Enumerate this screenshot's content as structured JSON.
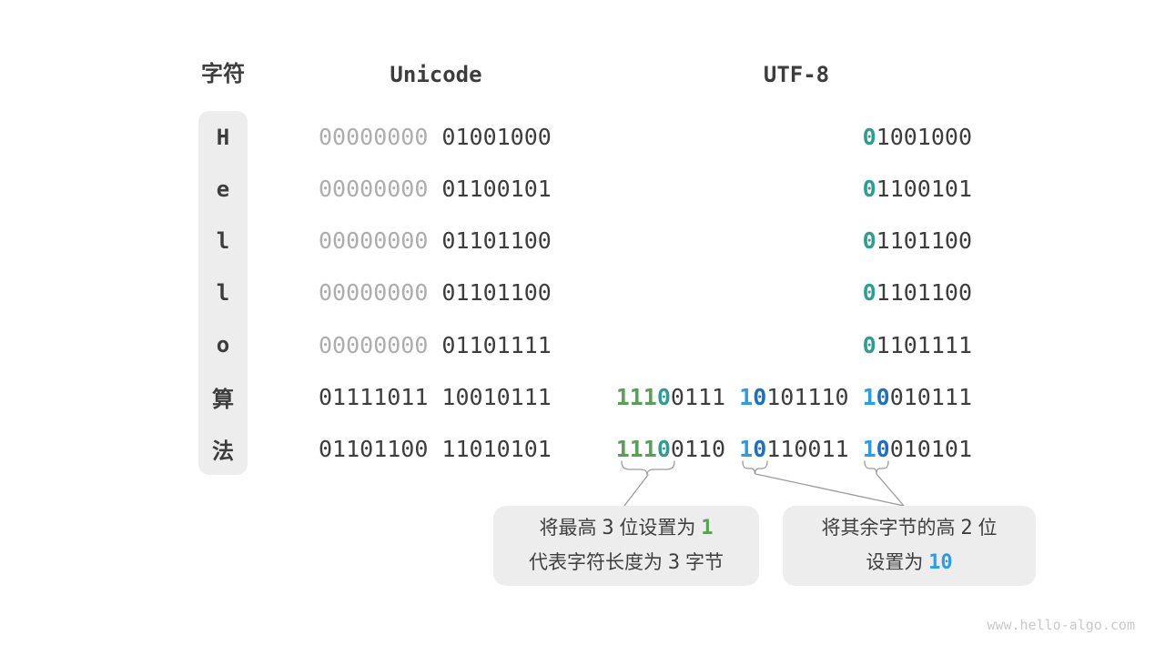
{
  "headers": {
    "character": "字符",
    "unicode": "Unicode",
    "utf8": "UTF-8"
  },
  "palette": {
    "dark": "#3D3D3D",
    "muted": "#ADADAD",
    "teal": "#2E9D8F",
    "green": "#55A155",
    "blue": "#2D9CE8",
    "blue2": "#1A71C4",
    "boxBg": "#EDEDED",
    "line": "#9A9A9A",
    "watermark": "#C9C9C9"
  },
  "rows": [
    {
      "char": "H",
      "unicode": [
        [
          {
            "t": "00000000",
            "c": "muted"
          }
        ],
        [
          {
            "t": "01001000"
          }
        ]
      ],
      "utf8": [
        [
          {
            "t": "0",
            "c": "teal"
          },
          {
            "t": "1001000"
          }
        ]
      ]
    },
    {
      "char": "e",
      "unicode": [
        [
          {
            "t": "00000000",
            "c": "muted"
          }
        ],
        [
          {
            "t": "01100101"
          }
        ]
      ],
      "utf8": [
        [
          {
            "t": "0",
            "c": "teal"
          },
          {
            "t": "1100101"
          }
        ]
      ]
    },
    {
      "char": "l",
      "unicode": [
        [
          {
            "t": "00000000",
            "c": "muted"
          }
        ],
        [
          {
            "t": "01101100"
          }
        ]
      ],
      "utf8": [
        [
          {
            "t": "0",
            "c": "teal"
          },
          {
            "t": "1101100"
          }
        ]
      ]
    },
    {
      "char": "l",
      "unicode": [
        [
          {
            "t": "00000000",
            "c": "muted"
          }
        ],
        [
          {
            "t": "01101100"
          }
        ]
      ],
      "utf8": [
        [
          {
            "t": "0",
            "c": "teal"
          },
          {
            "t": "1101100"
          }
        ]
      ]
    },
    {
      "char": "o",
      "unicode": [
        [
          {
            "t": "00000000",
            "c": "muted"
          }
        ],
        [
          {
            "t": "01101111"
          }
        ]
      ],
      "utf8": [
        [
          {
            "t": "0",
            "c": "teal"
          },
          {
            "t": "1101111"
          }
        ]
      ]
    },
    {
      "char": "算",
      "unicode": [
        [
          {
            "t": "01111011"
          }
        ],
        [
          {
            "t": "10010111"
          }
        ]
      ],
      "utf8": [
        [
          {
            "t": "111",
            "c": "green"
          },
          {
            "t": "0",
            "c": "teal"
          },
          {
            "t": "0111"
          }
        ],
        [
          {
            "t": "1",
            "c": "blue"
          },
          {
            "t": "0",
            "c": "blue2"
          },
          {
            "t": "101110"
          }
        ],
        [
          {
            "t": "1",
            "c": "blue"
          },
          {
            "t": "0",
            "c": "blue2"
          },
          {
            "t": "010111"
          }
        ]
      ]
    },
    {
      "char": "法",
      "unicode": [
        [
          {
            "t": "01101100"
          }
        ],
        [
          {
            "t": "11010101"
          }
        ]
      ],
      "utf8": [
        [
          {
            "t": "111",
            "c": "green"
          },
          {
            "t": "0",
            "c": "teal"
          },
          {
            "t": "0110"
          }
        ],
        [
          {
            "t": "1",
            "c": "blue"
          },
          {
            "t": "0",
            "c": "blue2"
          },
          {
            "t": "110011"
          }
        ],
        [
          {
            "t": "1",
            "c": "blue"
          },
          {
            "t": "0",
            "c": "blue2"
          },
          {
            "t": "010101"
          }
        ]
      ]
    }
  ],
  "callouts": {
    "left": {
      "lines": [
        [
          {
            "t": "将最高 "
          },
          {
            "t": "3",
            "mono": true
          },
          {
            "t": " 位设置为 "
          },
          {
            "t": "1",
            "c": "green",
            "mono": true
          }
        ],
        [
          {
            "t": "代表字符长度为 "
          },
          {
            "t": "3",
            "mono": true
          },
          {
            "t": " 字节"
          }
        ]
      ]
    },
    "right": {
      "lines": [
        [
          {
            "t": "将其余字节的高 "
          },
          {
            "t": "2",
            "mono": true
          },
          {
            "t": " 位"
          }
        ],
        [
          {
            "t": "设置为 "
          },
          {
            "t": "10",
            "c": "blue",
            "mono": true
          }
        ]
      ]
    }
  },
  "watermark": "www.hello-algo.com"
}
